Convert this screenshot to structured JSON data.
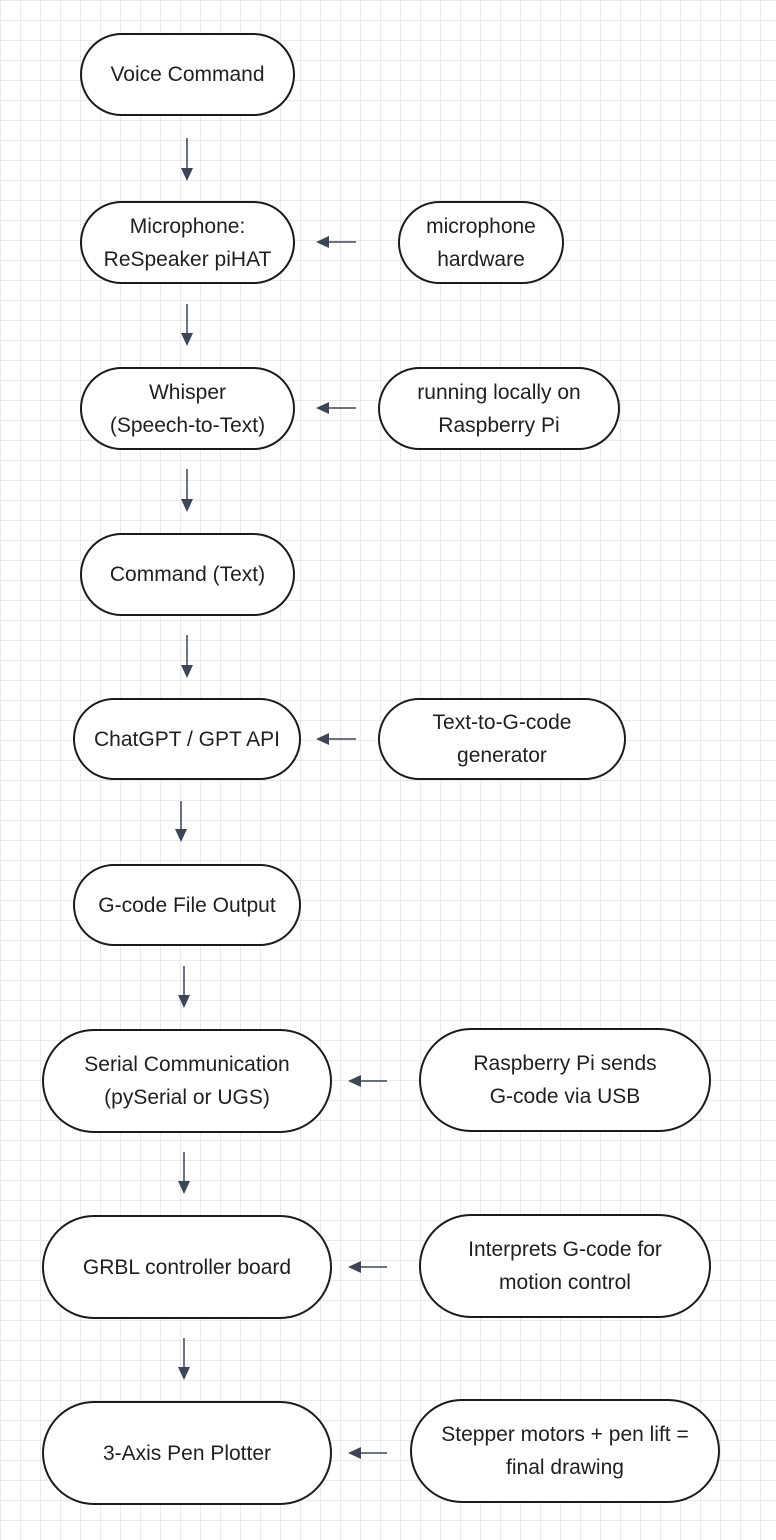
{
  "flow": [
    {
      "id": "voice",
      "label": "Voice Command"
    },
    {
      "id": "mic",
      "label": "Microphone:\nReSpeaker piHAT"
    },
    {
      "id": "whisper",
      "label": "Whisper\n(Speech-to-Text)"
    },
    {
      "id": "command",
      "label": "Command (Text)"
    },
    {
      "id": "chatgpt",
      "label": "ChatGPT / GPT API"
    },
    {
      "id": "gcode",
      "label": "G-code File Output"
    },
    {
      "id": "serial",
      "label": "Serial Communication\n(pySerial or UGS)"
    },
    {
      "id": "grbl",
      "label": "GRBL controller board"
    },
    {
      "id": "plotter",
      "label": "3-Axis Pen Plotter"
    }
  ],
  "notes": [
    {
      "id": "mic_note",
      "target": "mic",
      "label": "microphone\nhardware"
    },
    {
      "id": "whisper_note",
      "target": "whisper",
      "label": "running locally on\nRaspberry Pi"
    },
    {
      "id": "chatgpt_note",
      "target": "chatgpt",
      "label": "Text-to-G-code\ngenerator"
    },
    {
      "id": "serial_note",
      "target": "serial",
      "label": "Raspberry Pi sends\nG-code via USB"
    },
    {
      "id": "grbl_note",
      "target": "grbl",
      "label": "Interprets G-code for\nmotion control"
    },
    {
      "id": "plotter_note",
      "target": "plotter",
      "label": "Stepper motors + pen lift =\nfinal drawing"
    }
  ],
  "colors": {
    "stroke": "#1b1b1b",
    "arrow": "#3d4654",
    "grid": "#e9e9e9",
    "background": "#ffffff"
  }
}
